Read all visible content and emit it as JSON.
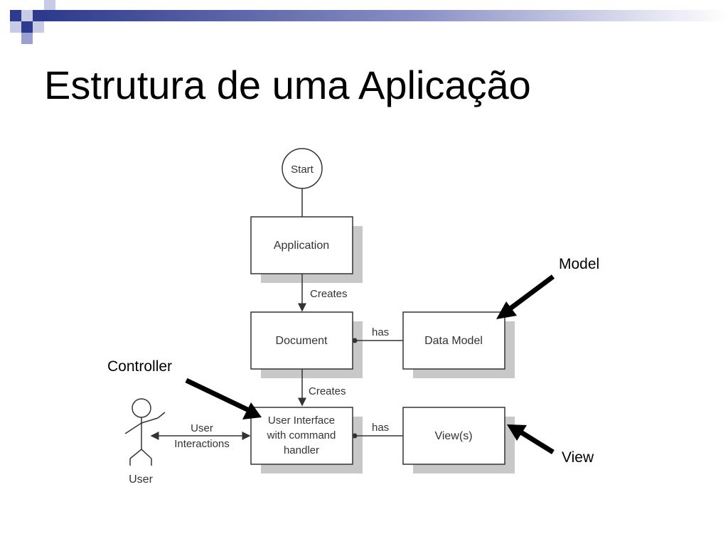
{
  "slide": {
    "title": "Estrutura de uma Aplicação"
  },
  "diagram": {
    "start_label": "Start",
    "boxes": {
      "application": "Application",
      "document": "Document",
      "data_model": "Data Model",
      "user_interface": [
        "User Interface",
        "with command",
        "handler"
      ],
      "views": "View(s)"
    },
    "edges": {
      "app_to_doc": "Creates",
      "doc_to_ui": "Creates",
      "doc_has_model": "has",
      "ui_has_views": "has",
      "user_interactions": [
        "User",
        "Interactions"
      ]
    },
    "actor_label": "User",
    "callouts": {
      "model": "Model",
      "controller": "Controller",
      "view": "View"
    }
  },
  "colors": {
    "accent_dark": "#2e3a8c",
    "accent_light": "#9aa0d0",
    "box_shadow": "#c8c8c8"
  }
}
